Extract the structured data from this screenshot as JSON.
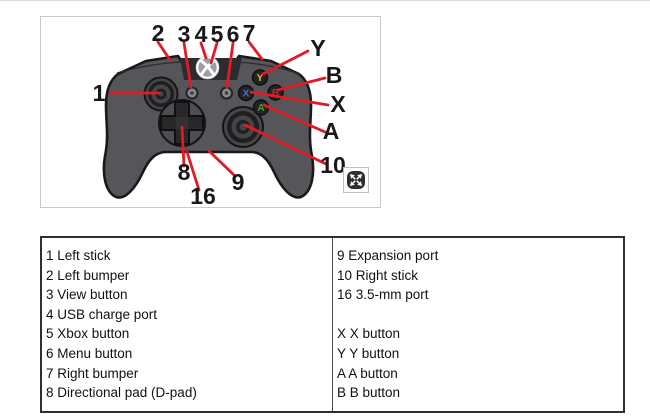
{
  "diagram": {
    "leader_color": "#e11b23",
    "body_color": "#55555a",
    "outline_color": "#19191b",
    "callouts": {
      "n1": "1",
      "n2": "2",
      "n3": "3",
      "n4": "4",
      "n5": "5",
      "n6": "6",
      "n7": "7",
      "n8": "8",
      "n9": "9",
      "n10": "10",
      "n16": "16",
      "y": "Y",
      "b": "B",
      "x": "X",
      "a": "A"
    },
    "face_buttons": {
      "y": {
        "letter": "Y",
        "color": "#e3bb1d"
      },
      "x": {
        "letter": "X",
        "color": "#4079cf"
      },
      "b": {
        "letter": "B",
        "color": "#c62a2a"
      },
      "a": {
        "letter": "A",
        "color": "#3fa23a"
      }
    },
    "expand_icon": "expand-arrows-icon"
  },
  "legend": {
    "rows_left": [
      "1 Left stick",
      "2 Left bumper",
      "3 View button",
      "4 USB charge port",
      "5 Xbox button",
      "6 Menu button",
      "7 Right bumper",
      "8 Directional pad (D-pad)"
    ],
    "rows_right": [
      "9 Expansion port",
      "10 Right stick",
      "16 3.5-mm port",
      "",
      "X X button",
      "Y Y button",
      "A A button",
      "B B button"
    ]
  }
}
